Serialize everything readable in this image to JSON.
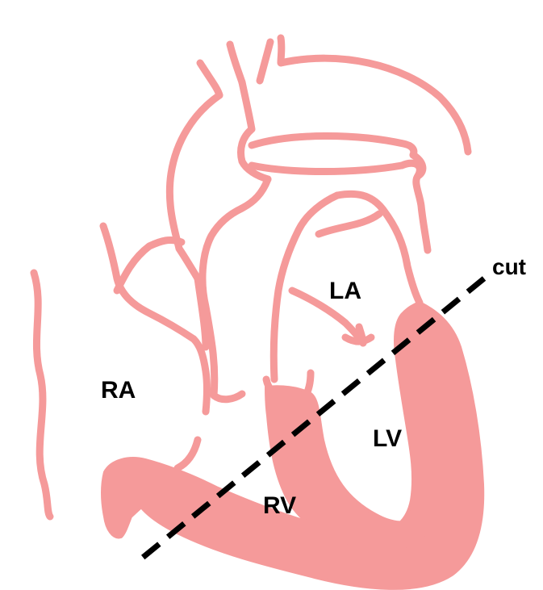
{
  "colors": {
    "heart": "#f59a9a",
    "text": "#000000",
    "cut_line": "#000000",
    "background": "#ffffff"
  },
  "labels": {
    "ra": "RA",
    "la": "LA",
    "lv": "LV",
    "rv": "RV",
    "cut": "cut"
  }
}
